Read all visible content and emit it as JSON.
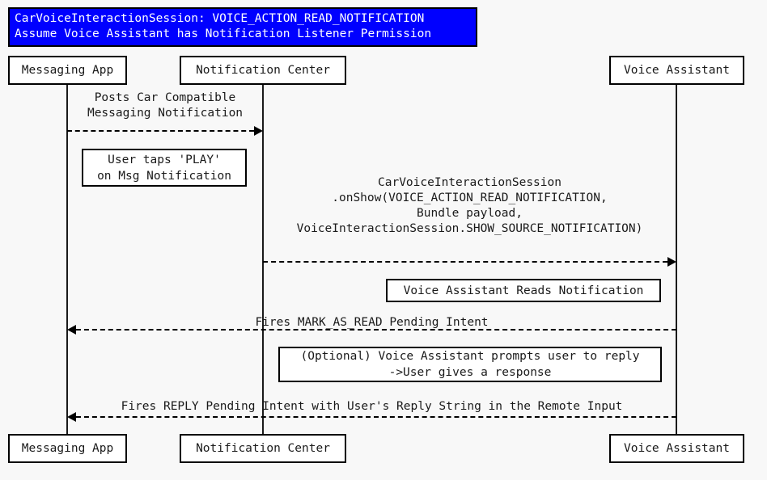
{
  "diagram": {
    "type": "uml-sequence-diagram",
    "background_color": "#f8f8f8",
    "title_banner": {
      "line1": "CarVoiceInteractionSession: VOICE_ACTION_READ_NOTIFICATION",
      "line2": "Assume Voice Assistant has Notification Listener Permission",
      "background_color": "#0000ff",
      "text_color": "#ffffff"
    },
    "participants": [
      {
        "id": "messaging-app",
        "label": "Messaging App"
      },
      {
        "id": "notification-center",
        "label": "Notification Center"
      },
      {
        "id": "voice-assistant",
        "label": "Voice Assistant"
      }
    ],
    "messages": [
      {
        "id": "post-notification",
        "from": "messaging-app",
        "to": "notification-center",
        "direction": "right",
        "style": "dashed",
        "label_lines": [
          "Posts Car Compatible",
          "Messaging Notification"
        ]
      },
      {
        "id": "on-show",
        "from": "notification-center",
        "to": "voice-assistant",
        "direction": "right",
        "style": "dashed",
        "label_lines": [
          "CarVoiceInteractionSession",
          ".onShow(VOICE_ACTION_READ_NOTIFICATION,",
          "Bundle payload,",
          "VoiceInteractionSession.SHOW_SOURCE_NOTIFICATION)"
        ]
      },
      {
        "id": "mark-as-read",
        "from": "voice-assistant",
        "to": "messaging-app",
        "direction": "left",
        "style": "dashed",
        "label_lines": [
          "Fires MARK_AS_READ Pending Intent"
        ]
      },
      {
        "id": "reply-intent",
        "from": "voice-assistant",
        "to": "messaging-app",
        "direction": "left",
        "style": "dashed",
        "label_lines": [
          "Fires REPLY Pending Intent with User's Reply String in the Remote Input"
        ]
      }
    ],
    "notes": [
      {
        "id": "user-taps-play",
        "line1": "User taps 'PLAY'",
        "line2": "on Msg Notification"
      },
      {
        "id": "assistant-reads",
        "line1": "Voice Assistant Reads Notification",
        "line2": ""
      },
      {
        "id": "optional-reply-prompt",
        "line1": "(Optional) Voice Assistant prompts user to reply",
        "line2": "->User gives a response"
      }
    ]
  }
}
